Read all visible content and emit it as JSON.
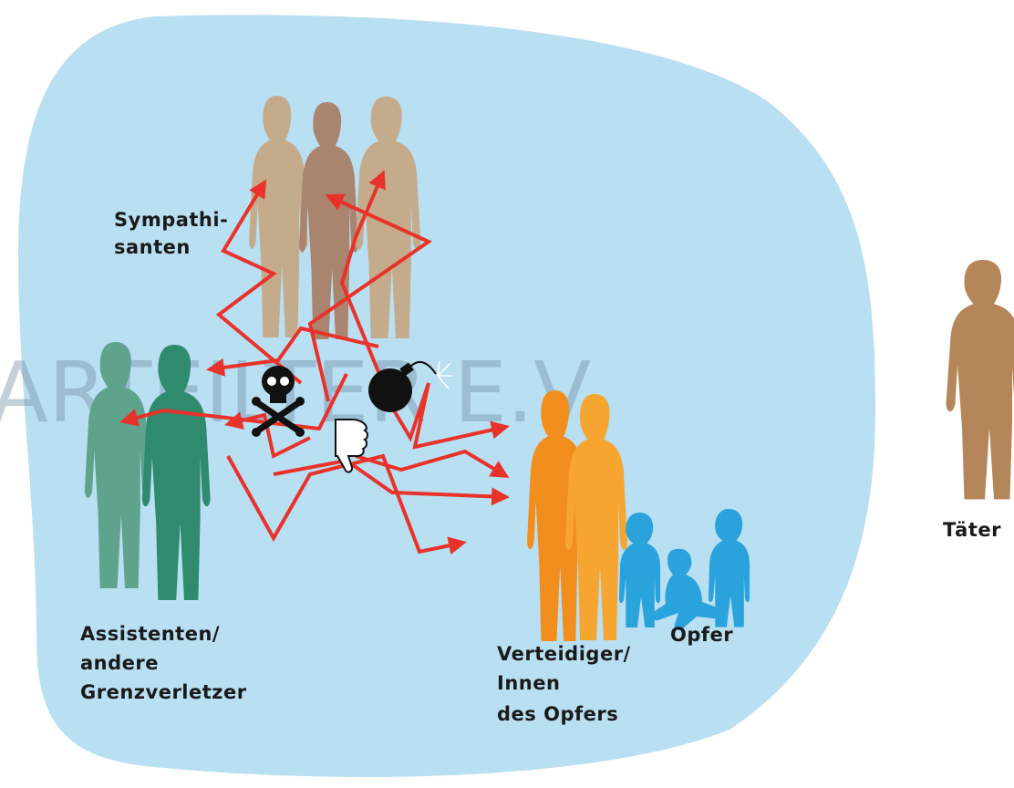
{
  "labels": {
    "sympathisanten": [
      "Sympathi-",
      "santen"
    ],
    "assistenten": [
      "Assistenten/",
      "andere",
      "Grenzverletzer"
    ],
    "opfer": "Opfer",
    "verteidiger": [
      "Verteidiger/",
      "Innen",
      "des Opfers"
    ],
    "taeter": "Täter"
  },
  "watermark": "ARTEILTER E.V.",
  "colors": {
    "background_blob": "#b9dff2",
    "arrows": "#e8322a",
    "sympathisanten": [
      "#c4ab8c",
      "#a98570",
      "#c4ab8c"
    ],
    "assistenten": [
      "#5fa38c",
      "#2f8a6e"
    ],
    "verteidiger": [
      "#f28e1e",
      "#f7a531"
    ],
    "opfer": "#2aa3dc",
    "taeter": "#b5865a"
  },
  "icons": [
    "skull-crossbones-icon",
    "bomb-icon",
    "thumbs-down-icon"
  ]
}
